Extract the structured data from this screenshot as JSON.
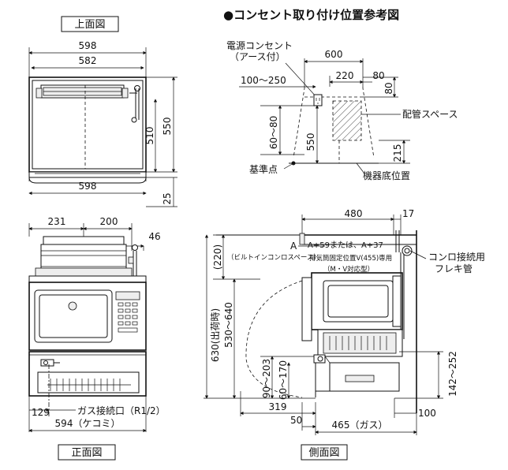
{
  "title": "●コンセント取り付け位置参考図",
  "views": {
    "top": "上面図",
    "front": "正面図",
    "side": "側面図"
  },
  "top_view": {
    "dims": [
      "598",
      "582",
      "510",
      "550",
      "598",
      "25"
    ]
  },
  "front_view": {
    "dims": [
      "231",
      "200",
      "46",
      "129",
      "594（ケコミ）"
    ],
    "gas_label": "ガス接続口（R1/2）"
  },
  "outlet_diagram": {
    "outlet_label_1": "電源コンセント",
    "outlet_label_2": "（アース付）",
    "dims": [
      "600",
      "220",
      "80",
      "80",
      "100～250",
      "60～80",
      "550",
      "215"
    ],
    "pipe_space": "配管スペース",
    "reference_point": "基準点",
    "unit_bottom": "機器底位置"
  },
  "side_view": {
    "dims": [
      "480",
      "17",
      "(220)",
      "630(出荷時)",
      "530～640",
      "90～203",
      "60～170",
      "319",
      "50",
      "465（ガス）",
      "100",
      "142～252"
    ],
    "a_label": "A",
    "a_formula": "A+59または、A+37",
    "builtin_space": "（ビルトインコンロスペース）",
    "exhaust_1": "排気筒固定位置V(455)専用",
    "exhaust_2": "（M・V対応型）",
    "stove_label_1": "コンロ接続用",
    "stove_label_2": "フレキ管"
  }
}
